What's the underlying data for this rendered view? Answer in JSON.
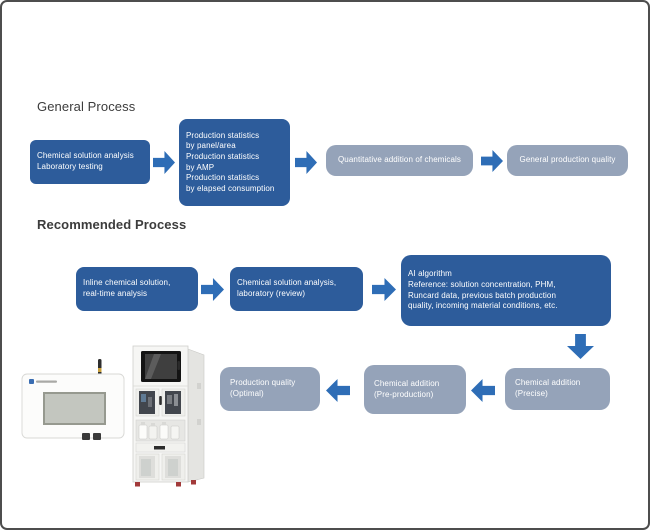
{
  "colors": {
    "dark_box": "#2d5c9b",
    "light_box": "#95a3b9",
    "arrow": "#2e6db6",
    "title_text": "#3c3c3c",
    "frame_border": "#4d4d4d"
  },
  "sections": {
    "general": {
      "title": "General Process",
      "steps": [
        {
          "text": "Chemical solution analysis\nLaboratory testing"
        },
        {
          "text": "Production statistics\nby panel/area\nProduction statistics\nby AMP\nProduction statistics\nby elapsed consumption"
        },
        {
          "text": "Quantitative addition of chemicals"
        },
        {
          "text": "General production quality"
        }
      ]
    },
    "recommended": {
      "title": "Recommended Process",
      "steps": [
        {
          "text": "Inline chemical solution,\nreal-time analysis"
        },
        {
          "text": "Chemical solution analysis,\nlaboratory (review)"
        },
        {
          "text": "AI algorithm\nReference: solution concentration, PHM,\nRuncard data, previous batch production\nquality, incoming material conditions, etc."
        },
        {
          "text": "Chemical addition\n(Precise)"
        },
        {
          "text": "Chemical addition\n(Pre-production)"
        },
        {
          "text": "Production quality\n(Optimal)"
        }
      ]
    }
  }
}
